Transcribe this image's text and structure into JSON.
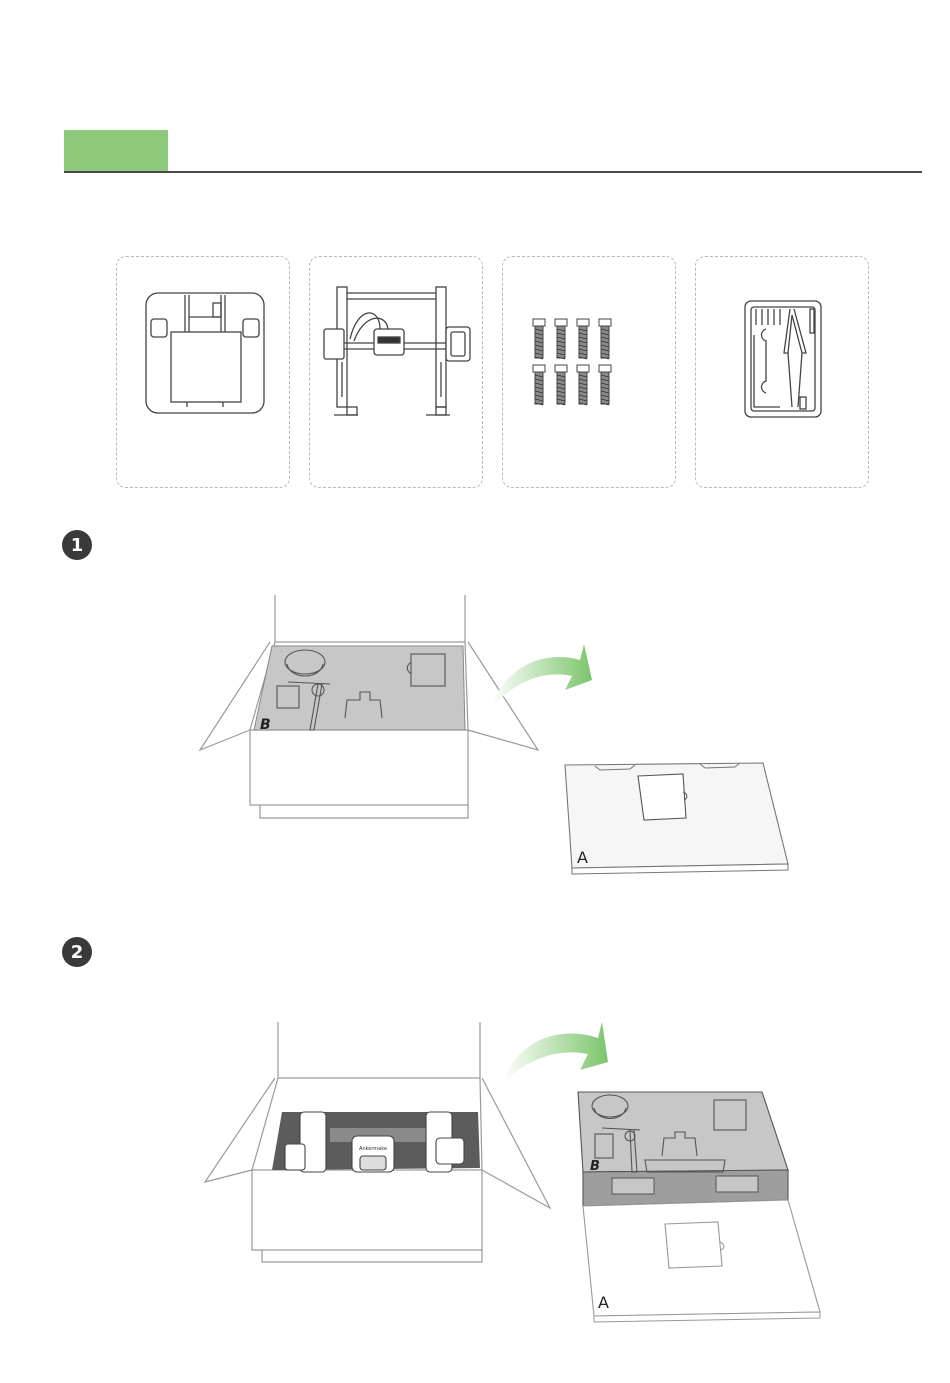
{
  "colors": {
    "accent": "#8fc97c",
    "rule": "#4a4a4a",
    "step_badge": "#3a3a3a",
    "line_art": "#555555",
    "foam": "#c7c7c7",
    "arrow_green": "#7cc56c"
  },
  "package_contents": [
    {
      "icon": "heated-bed-icon"
    },
    {
      "icon": "gantry-frame-icon"
    },
    {
      "icon": "screws-icon"
    },
    {
      "icon": "tool-kit-icon"
    }
  ],
  "steps": [
    {
      "number": "1",
      "icon": "step-badge-icon"
    },
    {
      "number": "2",
      "icon": "step-badge-icon"
    }
  ],
  "labels": {
    "layer_b": "B",
    "layer_a": "A",
    "layer_b_2": "B",
    "layer_a_2": "A",
    "printhead_brand": "Ankermake"
  }
}
